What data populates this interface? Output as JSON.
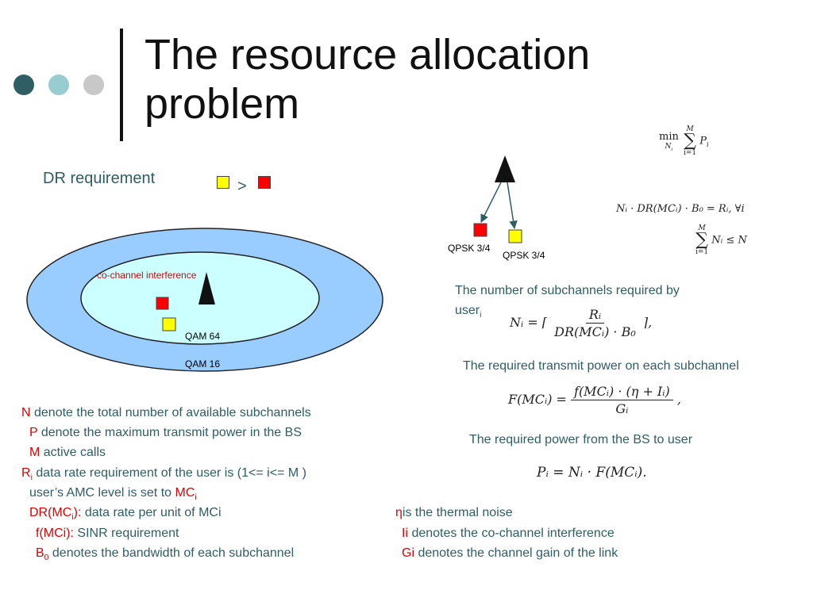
{
  "title": {
    "line1": "The resource allocation",
    "line2": "problem"
  },
  "colors": {
    "dot1": "#2f5f65",
    "dot2": "#97cdd0",
    "dot3": "#c8c8c8",
    "outer_ellipse": "#99ccff",
    "inner_ellipse": "#ccffff",
    "red_square": "#ff0000",
    "yellow_square": "#ffff00",
    "text_teal": "#2e5e64",
    "text_red": "#e00000"
  },
  "dr_requirement": {
    "label": "DR requirement",
    "gt": ">"
  },
  "diagram": {
    "interference": "co-channel interference",
    "inner_label": "QAM 64",
    "outer_label": "QAM 16",
    "qpsk_left": "QPSK 3/4",
    "qpsk_right": "QPSK 3/4"
  },
  "equations": {
    "objective": {
      "min": "min",
      "sub": "N",
      "sub_i": "i",
      "upper": "M",
      "lower": "i=1",
      "term": "P",
      "term_i": "i"
    },
    "constraint1": "Nᵢ · DR(MCᵢ) · B₀ = Rᵢ, ∀i",
    "constraint2": {
      "upper": "M",
      "lower": "i=1",
      "rhs": "Nᵢ ≤ N"
    },
    "ni_lhs": "Nᵢ = ⌈",
    "ni_num": "Rᵢ",
    "ni_den": "DR(MCᵢ) · B₀",
    "ni_end": "⌉,",
    "f_lhs": "F(MCᵢ) =",
    "f_num": "f(MCᵢ) · (η + Iᵢ)",
    "f_den": "Gᵢ",
    "f_end": ",",
    "p": "Pᵢ = Nᵢ · F(MCᵢ)."
  },
  "right_text": {
    "subch_line1": "The number of subchannels required by",
    "subch_line2": "user",
    "subch_sub": "i",
    "power_each": "The required transmit power on each subchannel",
    "power_bs": "The required power from the BS to user"
  },
  "definitions": [
    {
      "sym": "N",
      "sub": "",
      "text": " denote the total number of available subchannels"
    },
    {
      "sym": "P",
      "sub": "",
      "text": " denote the maximum transmit power in the BS"
    },
    {
      "sym": "M",
      "sub": "",
      "text": " active calls"
    },
    {
      "sym": "R",
      "sub": "i",
      "text": " data rate requirement of the user is (1<= i<= M )"
    },
    {
      "pre": "user’s AMC level is set to ",
      "sym": "MC",
      "sub": "i"
    },
    {
      "sym": "DR(MC",
      "sub": "i",
      "sym2": "):",
      "text": " data rate per unit of MCi"
    },
    {
      "sym": "f(MCi):",
      "sub": "",
      "text": " SINR requirement"
    },
    {
      "sym": "B",
      "sub": "0",
      "text": " denotes the bandwidth of each subchannel"
    }
  ],
  "noise_defs": [
    {
      "sym": "η",
      "text": "is the thermal noise"
    },
    {
      "sym": "Ii",
      "text": " denotes the co-channel interference"
    },
    {
      "sym": "Gi",
      "text": " denotes the channel gain of the link"
    }
  ]
}
